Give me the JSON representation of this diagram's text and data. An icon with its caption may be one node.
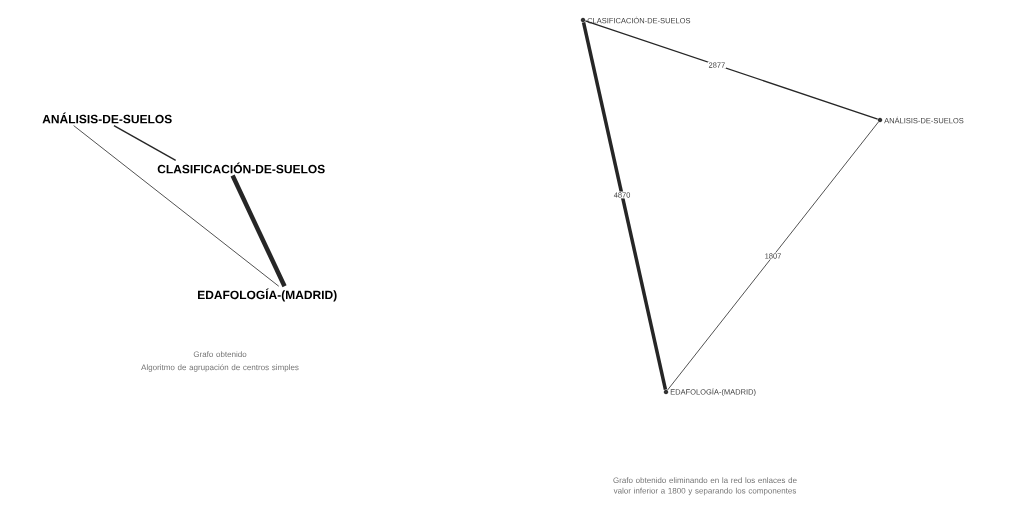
{
  "diagram": {
    "nodes": [
      {
        "text": [
          "ANÁLISIS-DE-SUELOS"
        ]
      },
      {
        "text": [
          "CLASIFICACIÓN-DE-SUELOS"
        ]
      },
      {
        "text": [
          "EDAFOLOGÍA-(MADRID)"
        ]
      },
      {
        "text": [
          "CLASIFICACIÓN-DE-SUELOS"
        ]
      },
      {
        "text": [
          "ANÁLISIS-DE-SUELOS"
        ]
      },
      {
        "text": [
          "EDAFOLOGÍA-(MADRID)"
        ]
      }
    ],
    "edges": [
      {
        "from": 0,
        "to": 1,
        "arrow": "none"
      },
      {
        "from": 0,
        "to": 2,
        "arrow": "none"
      },
      {
        "from": 1,
        "to": 2,
        "arrow": "none",
        "style": "thick"
      },
      {
        "from": 3,
        "to": 4,
        "arrow": "none",
        "label": "2877"
      },
      {
        "from": 3,
        "to": 5,
        "arrow": "none",
        "label": "4870",
        "style": "thick"
      },
      {
        "from": 4,
        "to": 5,
        "arrow": "none",
        "label": "1807"
      }
    ],
    "labels": [
      "Grafo obtenido",
      "Algoritmo de agrupación de centros simples",
      "Grafo obtenido eliminando en la red los enlaces de valor inferior a 1800 y separando los componentes"
    ]
  }
}
